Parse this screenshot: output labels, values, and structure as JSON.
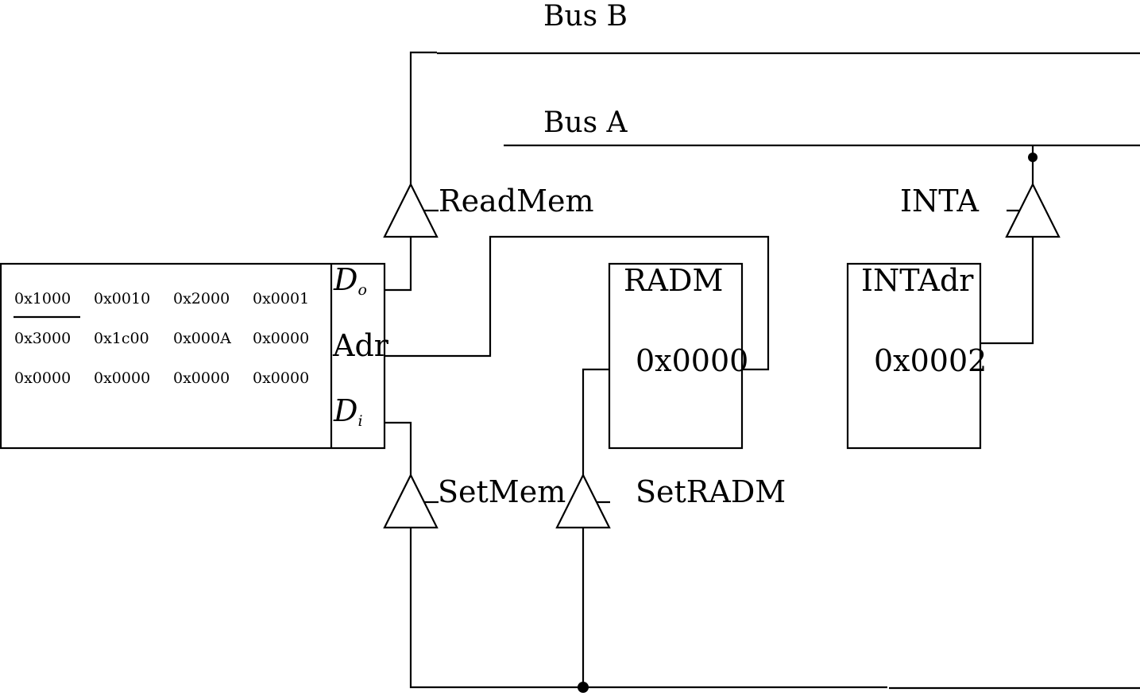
{
  "buses": {
    "bus_b": "Bus B",
    "bus_a": "Bus A"
  },
  "memory": {
    "cells": [
      [
        "0x1000",
        "0x0010",
        "0x2000",
        "0x0001"
      ],
      [
        "0x3000",
        "0x1c00",
        "0x000A",
        "0x0000"
      ],
      [
        "0x0000",
        "0x0000",
        "0x0000",
        "0x0000"
      ]
    ],
    "highlighted_cell": "0x1000",
    "ports": {
      "data_out": "D",
      "data_out_sub": "o",
      "address": "Adr",
      "data_in": "D",
      "data_in_sub": "i"
    }
  },
  "registers": {
    "radm": {
      "name": "RADM",
      "value": "0x0000"
    },
    "intadr": {
      "name": "INTAdr",
      "value": "0x0002"
    }
  },
  "gates": {
    "read_mem": "ReadMem",
    "set_mem": "SetMem",
    "set_radm": "SetRADM",
    "inta": "INTA"
  }
}
